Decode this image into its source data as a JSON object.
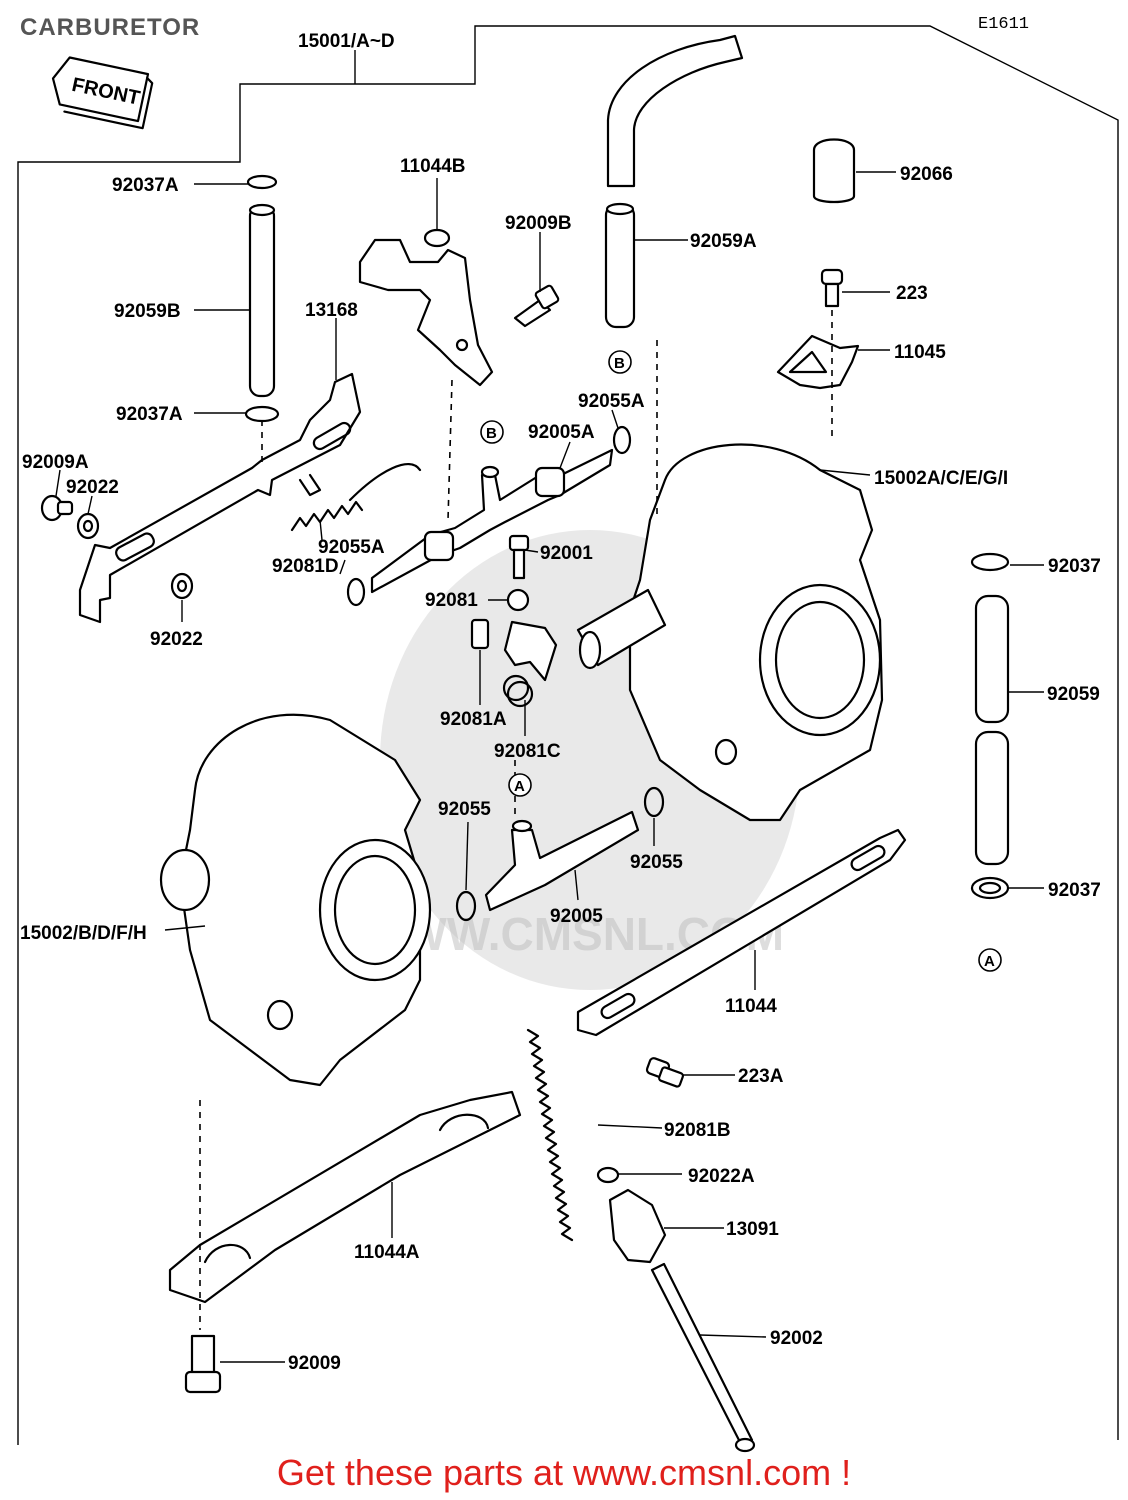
{
  "title": "CARBURETOR",
  "diagram_code": "E1611",
  "front_marker": "FRONT",
  "assembly_label": "15001/A~D",
  "watermark_url": "WWW.CMSNL.COM",
  "footer": "Get these parts at www.cmsnl.com !",
  "ref_marks": {
    "a": "A",
    "b": "B"
  },
  "parts": [
    {
      "id": "p92037a_top",
      "text": "92037A"
    },
    {
      "id": "p92059b",
      "text": "92059B"
    },
    {
      "id": "p92037a_low",
      "text": "92037A"
    },
    {
      "id": "p11044b",
      "text": "11044B"
    },
    {
      "id": "p13168",
      "text": "13168"
    },
    {
      "id": "p92009b",
      "text": "92009B"
    },
    {
      "id": "p92059a",
      "text": "92059A"
    },
    {
      "id": "p92066",
      "text": "92066"
    },
    {
      "id": "p223",
      "text": "223"
    },
    {
      "id": "p11045",
      "text": "11045"
    },
    {
      "id": "p92055a_r",
      "text": "92055A"
    },
    {
      "id": "p92005a",
      "text": "92005A"
    },
    {
      "id": "p15002a",
      "text": "15002A/C/E/G/I"
    },
    {
      "id": "p92009a",
      "text": "92009A"
    },
    {
      "id": "p92022_top",
      "text": "92022"
    },
    {
      "id": "p92055a_l",
      "text": "92055A"
    },
    {
      "id": "p92081d",
      "text": "92081D"
    },
    {
      "id": "p92001",
      "text": "92001"
    },
    {
      "id": "p92037_r",
      "text": "92037"
    },
    {
      "id": "p92022_low",
      "text": "92022"
    },
    {
      "id": "p92081",
      "text": "92081"
    },
    {
      "id": "p92059",
      "text": "92059"
    },
    {
      "id": "p92081a",
      "text": "92081A"
    },
    {
      "id": "p92081c",
      "text": "92081C"
    },
    {
      "id": "p92055_l",
      "text": "92055"
    },
    {
      "id": "p92055_r",
      "text": "92055"
    },
    {
      "id": "p92037_low",
      "text": "92037"
    },
    {
      "id": "p92005",
      "text": "92005"
    },
    {
      "id": "p15002b",
      "text": "15002/B/D/F/H"
    },
    {
      "id": "p11044",
      "text": "11044"
    },
    {
      "id": "p223a",
      "text": "223A"
    },
    {
      "id": "p92081b",
      "text": "92081B"
    },
    {
      "id": "p92022a",
      "text": "92022A"
    },
    {
      "id": "p13091",
      "text": "13091"
    },
    {
      "id": "p11044a",
      "text": "11044A"
    },
    {
      "id": "p92002",
      "text": "92002"
    },
    {
      "id": "p92009",
      "text": "92009"
    }
  ]
}
